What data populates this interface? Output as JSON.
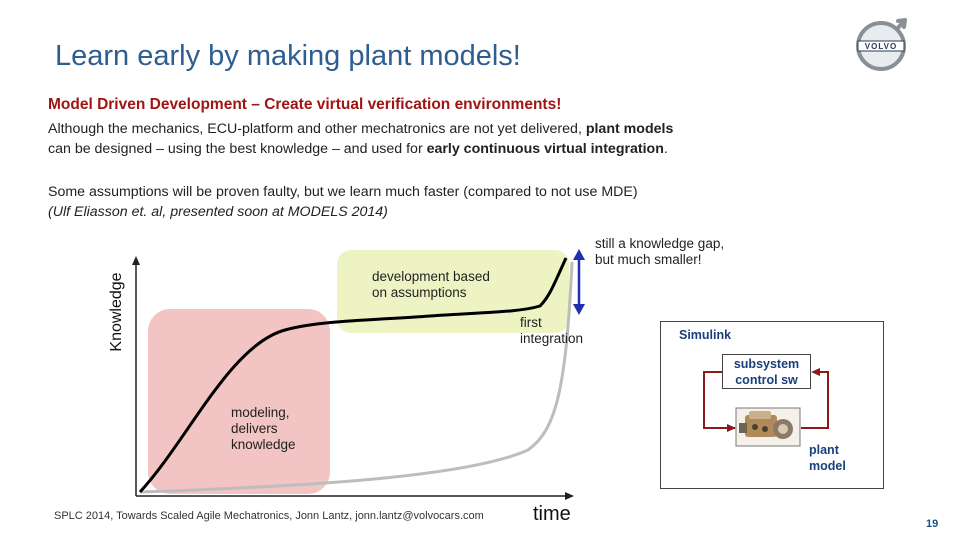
{
  "slide": {
    "title": "Learn early by making plant models!",
    "subtitle": "Model Driven Development – Create virtual verification environments!",
    "para1": {
      "line1_a": "Although the mechanics, ECU-platform and other mechatronics are not yet delivered, ",
      "line1_b": "plant models",
      "line2_a": "can be designed – using the best knowledge – and used for ",
      "line2_b": "early continuous virtual integration",
      "line2_c": "."
    },
    "para2": {
      "line1": "Some assumptions will be proven faulty, but we learn much faster (compared to not use MDE)",
      "line2": "(Ulf Eliasson et. al, presented soon at MODELS 2014)"
    },
    "footer": "SPLC 2014, Towards Scaled Agile Mechatronics, Jonn Lantz, jonn.lantz@volvocars.com",
    "page_number": "19",
    "logo_text": "VOLVO"
  },
  "diagram": {
    "y_axis_label": "Knowledge",
    "x_axis_label": "time",
    "pink_region_label": [
      "modeling,",
      "delivers",
      "knowledge"
    ],
    "green_region_label": [
      "development based",
      "on assumptions"
    ],
    "first_integration_label": [
      "first",
      "integration"
    ],
    "gap_label": [
      "still a knowledge gap,",
      "but much smaller!"
    ],
    "colors": {
      "pink_region": "#f2c4c4",
      "green_region": "#eef3c4",
      "model_curve": "#000000",
      "baseline_curve": "#bdbdbd",
      "gap_arrow": "#1f2fb0"
    }
  },
  "simulink": {
    "title": "Simulink",
    "subsystem_label": [
      "subsystem",
      "control sw"
    ],
    "plant_label": [
      "plant",
      "model"
    ],
    "loop_color": "#8b1a1a"
  }
}
